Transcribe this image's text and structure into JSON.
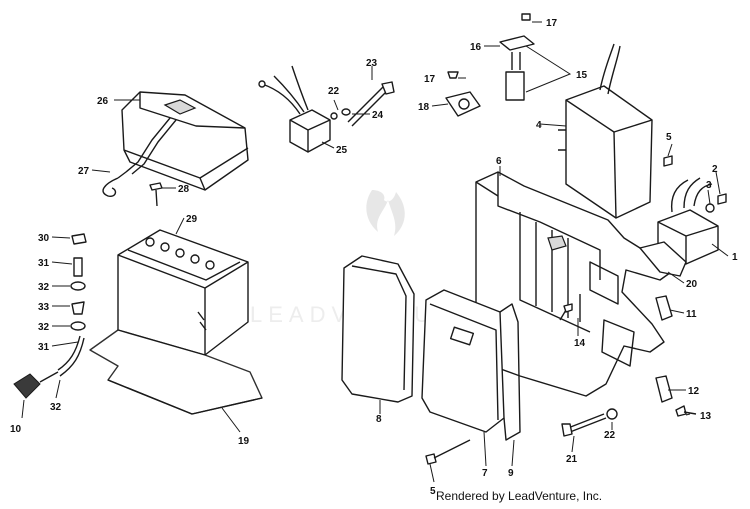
{
  "callouts": {
    "c1": "1",
    "c2": "2",
    "c3": "3",
    "c4": "4",
    "c5a": "5",
    "c5b": "5",
    "c6": "6",
    "c7": "7",
    "c8": "8",
    "c9": "9",
    "c10": "10",
    "c11": "11",
    "c12": "12",
    "c13": "13",
    "c14": "14",
    "c15": "15",
    "c16": "16",
    "c17a": "17",
    "c17b": "17",
    "c18": "18",
    "c19": "19",
    "c20": "20",
    "c21": "21",
    "c22a": "22",
    "c22b": "22",
    "c23": "23",
    "c24": "24",
    "c25": "25",
    "c26": "26",
    "c27": "27",
    "c28": "28",
    "c29": "29",
    "c30": "30",
    "c31a": "31",
    "c31b": "31",
    "c32a": "32",
    "c32b": "32",
    "c32c": "32",
    "c33": "33"
  },
  "watermark": "LEADVENTURE",
  "credit": "Rendered by LeadVenture, Inc."
}
